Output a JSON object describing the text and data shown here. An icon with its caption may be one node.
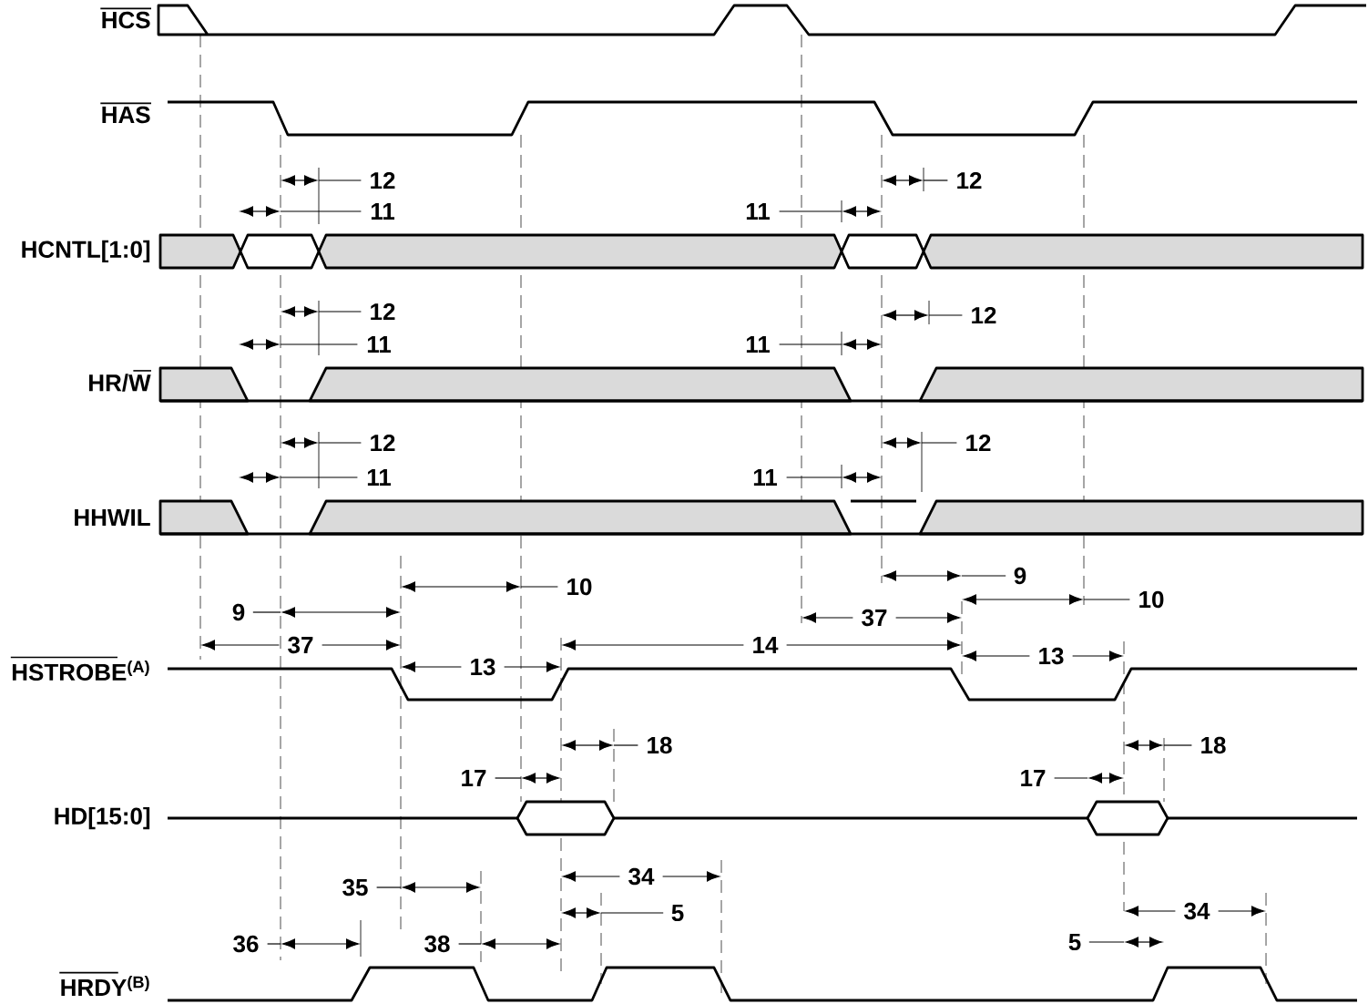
{
  "diagram": {
    "labels": [
      "HCS",
      "HAS",
      "12",
      "12",
      "11",
      "11",
      "HCNTL[1:0]",
      "12",
      "12",
      "11",
      "11",
      "HR/W",
      "12",
      "12",
      "11",
      "11",
      "HHWIL",
      "9",
      "10",
      "10",
      "9",
      "37",
      "37",
      "14",
      "13",
      "HSTROBE$^{(A)}$",
      "13",
      "18",
      "18",
      "17",
      "17",
      "HD[15:0]",
      "34",
      "35",
      "5",
      "34",
      "36",
      "38",
      "5",
      "HRDY$^{(B)}$"
    ]
  }
}
